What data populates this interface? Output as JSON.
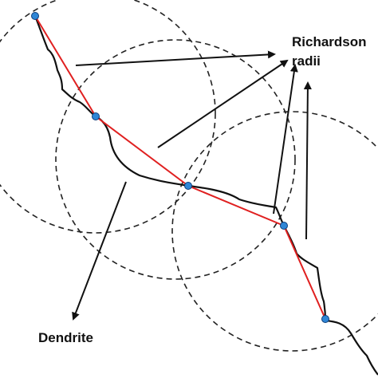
{
  "labels": {
    "richardson_line1": "Richardson",
    "richardson_line2": "radii",
    "dendrite": "Dendrite"
  },
  "colors": {
    "circle": "#222222",
    "dendrite": "#111111",
    "chord": "#e02020",
    "arrow": "#111111",
    "node_fill": "#2f86d6",
    "node_stroke": "#0d3d7a"
  }
}
